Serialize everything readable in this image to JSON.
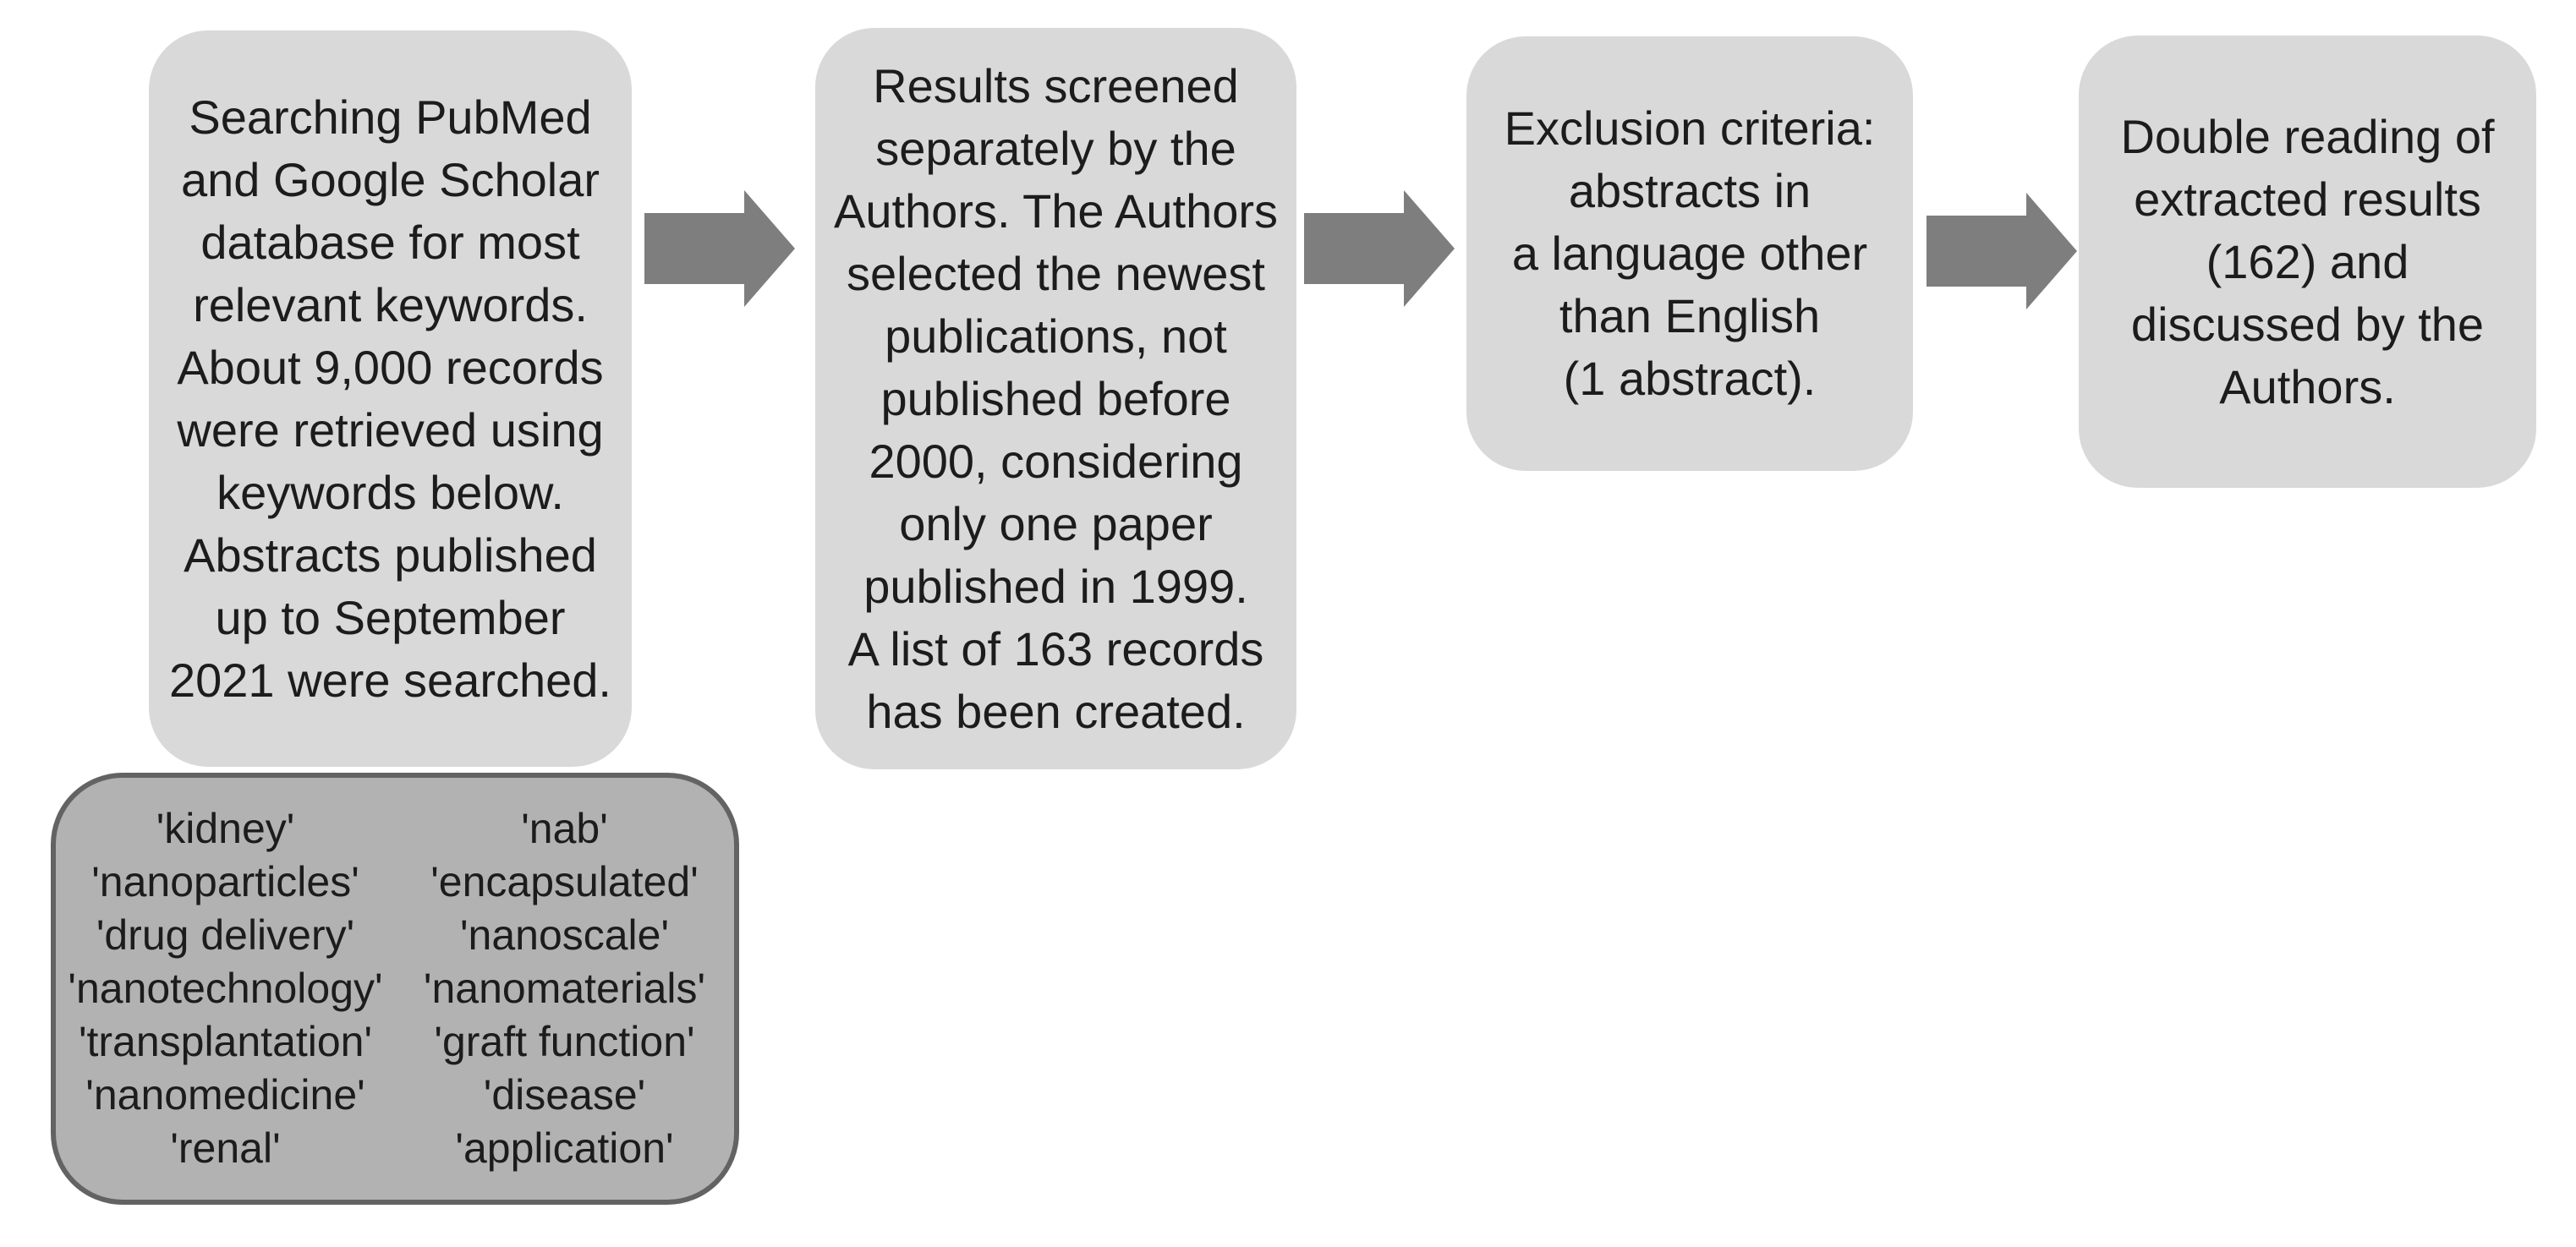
{
  "diagram": {
    "steps": [
      {
        "name": "database-search",
        "lines": [
          "Searching PubMed",
          "and Google Scholar",
          "database for most",
          "relevant keywords.",
          "About 9,000 records",
          "were retrieved using",
          "keywords below.",
          "Abstracts published",
          "up to September",
          "2021 were searched."
        ]
      },
      {
        "name": "screening",
        "lines": [
          "Results screened",
          "separately by the",
          "Authors. The Authors",
          "selected the newest",
          "publications, not",
          "published before",
          "2000, considering",
          "only one paper",
          "published in 1999.",
          "A list of 163 records",
          "has been created."
        ]
      },
      {
        "name": "exclusion-criteria",
        "lines": [
          "Exclusion criteria:",
          "abstracts in",
          "a language other",
          "than English",
          "(1 abstract)."
        ]
      },
      {
        "name": "double-reading",
        "lines": [
          "Double reading of",
          "extracted results",
          "(162) and",
          "discussed by the",
          "Authors."
        ]
      }
    ],
    "keywords": {
      "left": [
        "'kidney'",
        "'nanoparticles'",
        "'drug delivery'",
        "'nanotechnology'",
        "'transplantation'",
        "'nanomedicine'",
        "'renal'"
      ],
      "right": [
        "'nab'",
        "'encapsulated'",
        "'nanoscale'",
        "'nanomaterials'",
        "'graft function'",
        "'disease'",
        "'application'"
      ]
    },
    "colors": {
      "box_fill": "#d9d9d9",
      "keywords_fill": "#b2b2b2",
      "keywords_border": "#636363",
      "arrow": "#7e7e7e",
      "text": "#1c1c1c"
    }
  }
}
